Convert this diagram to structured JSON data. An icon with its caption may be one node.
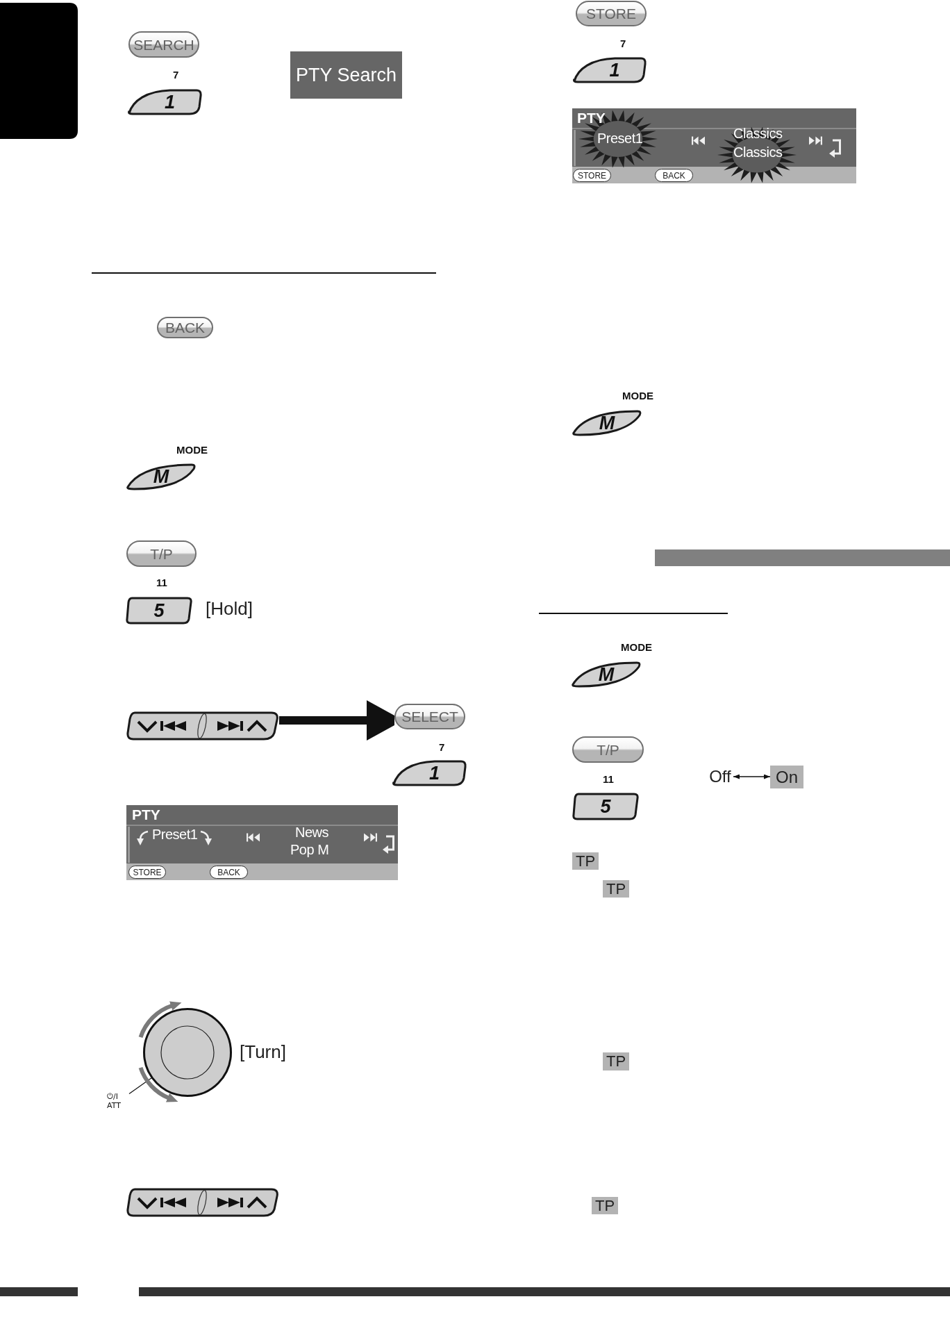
{
  "diagram": {
    "nodes": [
      {
        "text": [
          "SEARCH"
        ]
      },
      {
        "text": [
          "1"
        ],
        "beside": [
          "7"
        ]
      },
      {
        "text": [
          "PTY Search"
        ]
      },
      {
        "text": [
          "BACK"
        ]
      },
      {
        "text": [
          "M"
        ],
        "beside": [
          "MODE"
        ]
      },
      {
        "text": [
          "T/P"
        ]
      },
      {
        "text": [
          "5"
        ],
        "beside": [
          "11",
          "[Hold]"
        ]
      },
      {
        "text": [],
        "shape": "picture"
      },
      {
        "text": [
          "SELECT"
        ]
      },
      {
        "text": [
          "1"
        ],
        "beside": [
          "7"
        ]
      },
      {
        "text": [
          "PTY",
          "Preset1",
          "News",
          "Pop M"
        ]
      },
      {
        "text": [
          "STORE"
        ],
        "in": 10
      },
      {
        "text": [
          "BACK"
        ],
        "in": 10
      },
      {
        "text": [],
        "shape": "circle",
        "beside": [
          "[Turn]"
        ]
      },
      {
        "text": [
          "⏻/I ATT"
        ]
      },
      {
        "text": [],
        "shape": "picture"
      },
      {
        "text": [
          "STORE"
        ]
      },
      {
        "text": [
          "1"
        ],
        "beside": [
          "7"
        ]
      },
      {
        "text": [
          "PTY",
          "Preset1",
          "Classics",
          "Classics"
        ]
      },
      {
        "text": [
          "STORE"
        ],
        "in": 18
      },
      {
        "text": [
          "BACK"
        ],
        "in": 18
      },
      {
        "text": [
          "M"
        ],
        "beside": [
          "MODE"
        ]
      },
      {
        "text": [],
        "shape": "bar"
      },
      {
        "text": [
          "M"
        ],
        "beside": [
          "MODE"
        ]
      },
      {
        "text": [
          "T/P"
        ]
      },
      {
        "text": [
          "5"
        ],
        "beside": [
          "11"
        ]
      },
      {
        "text": [
          "Off"
        ]
      },
      {
        "text": [
          "On"
        ]
      },
      {
        "text": [
          "TP"
        ]
      },
      {
        "text": [
          "TP"
        ]
      },
      {
        "text": [
          "TP"
        ]
      },
      {
        "text": [
          "TP"
        ]
      }
    ],
    "edges": [
      {
        "from": 7,
        "to": 8,
        "arrow": "to",
        "style": "thick"
      },
      {
        "from": 26,
        "to": 27,
        "arrow": "both"
      },
      {
        "from": 14,
        "to": 13,
        "arrow": "none"
      }
    ]
  }
}
